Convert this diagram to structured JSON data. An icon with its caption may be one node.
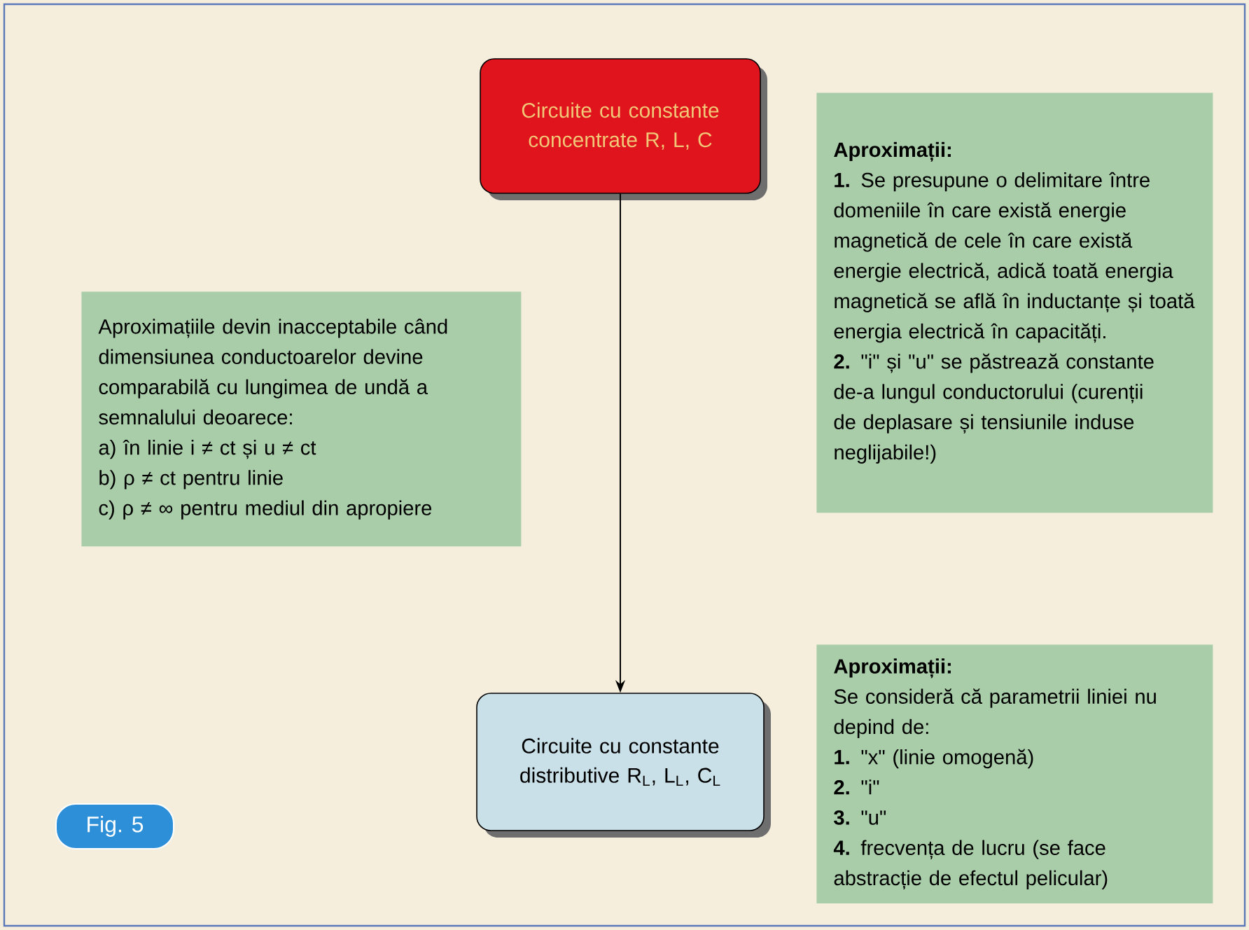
{
  "diagram": {
    "nodes": [
      {
        "text": [
          "Circuite cu constante concentrate R, L, C"
        ]
      },
      {
        "text": [
          "Aproximații:",
          "**1.** Se presupune o delimitare între domeniile în care există energie magnetică de cele în care există energie electrică, adică toată energia magnetică se află în inductanțe și toată energia electrică în capacități.",
          "**2.** \"i\" și \"u\" se păstrează constante de-a lungul conductorului (curenții de deplasare  și tensiunile induse neglijabile!)"
        ]
      },
      {
        "text": [
          "Aproximațiile devin inacceptabile când dimensiunea conductoarelor devine comparabilă cu lungimea de undă a semnalului deoarece:",
          "a) în linie i ≠ ct și u ≠ ct",
          "b) ρ ≠ ct pentru linie",
          "c) ρ ≠ ∞ pentru mediul din apropiere"
        ]
      },
      {
        "text": [
          "Circuite cu constante distributive R$_{L}$, L$_{L}$, C$_{L}$"
        ]
      },
      {
        "text": [
          "Aproximații:",
          "Se consideră că parametrii liniei nu depind de:",
          "**1.** \"x\" (linie omogenă)",
          "**2.** \"i\"",
          "**3.** \"u\"",
          "**4.** frecvența de lucru (se face abstracție de efectul pelicular)"
        ]
      },
      {
        "text": [
          "Fig. 5"
        ]
      }
    ],
    "edges": [
      {
        "from": 0,
        "to": 3,
        "arrow": "to"
      }
    ]
  }
}
